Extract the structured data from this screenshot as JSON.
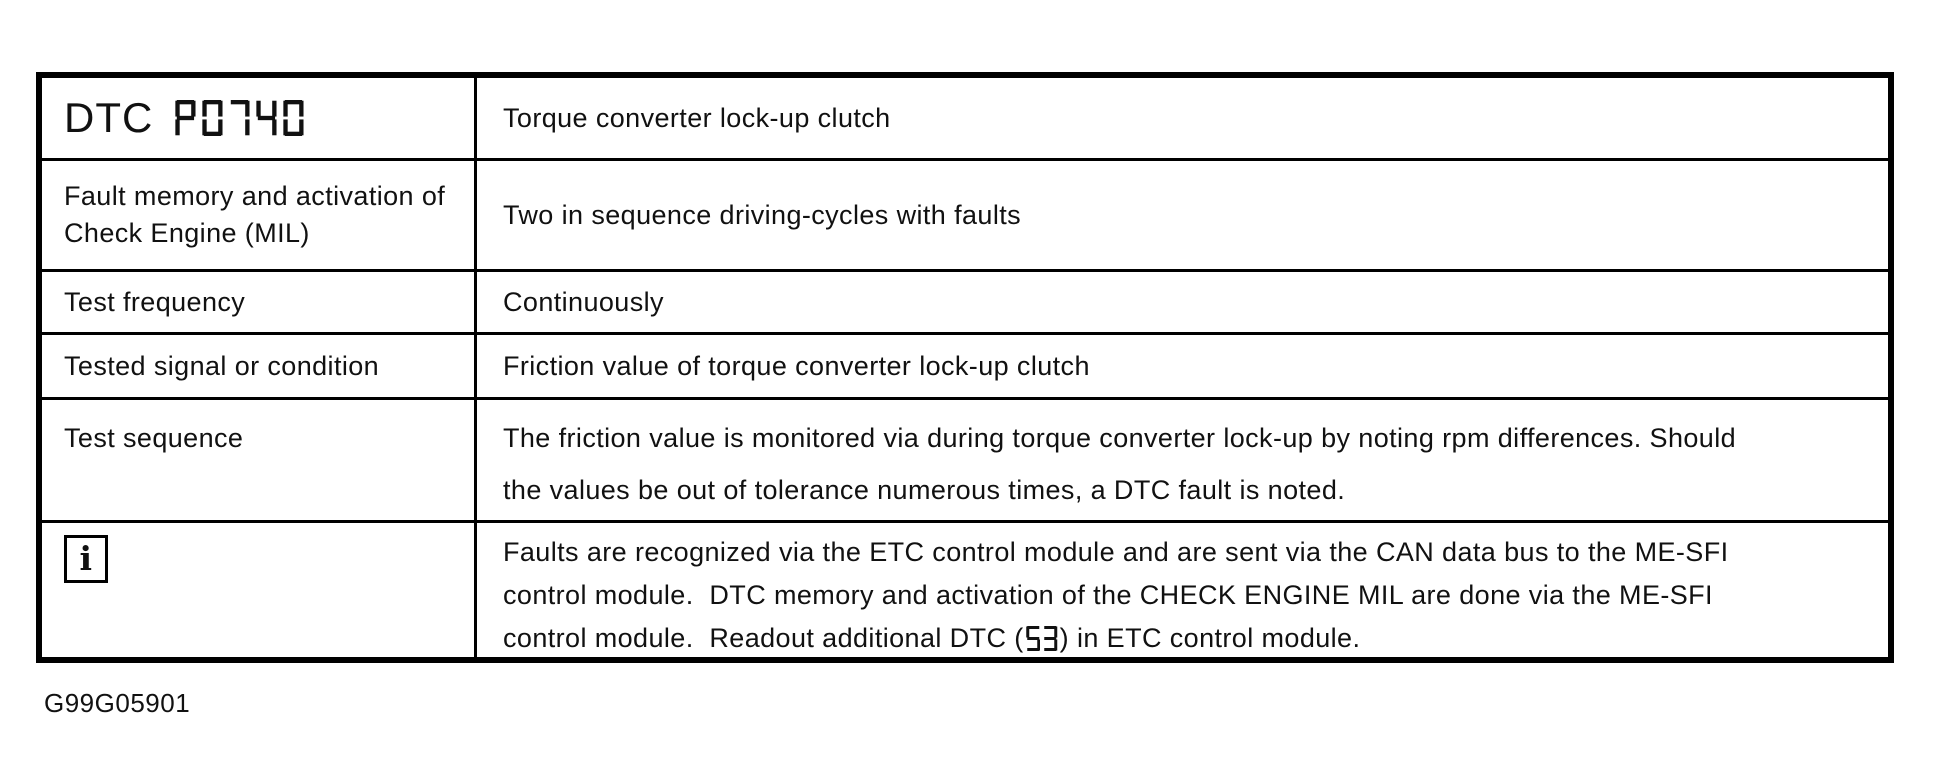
{
  "colors": {
    "ink": "#111111",
    "paper": "#ffffff",
    "border": "#000000"
  },
  "dtc_row": {
    "label": "DTC",
    "code": "P0740",
    "description": "Torque converter lock-up clutch"
  },
  "fault_memory_row": {
    "label": "Fault memory and activation of Check Engine (MIL)",
    "value": "Two in sequence driving-cycles with faults"
  },
  "test_frequency_row": {
    "label": "Test frequency",
    "value": "Continuously"
  },
  "tested_signal_row": {
    "label": "Tested signal or condition",
    "value": "Friction value of torque converter lock-up clutch"
  },
  "test_sequence_row": {
    "label": "Test sequence",
    "line1": "The friction value is monitored via during torque converter lock-up by noting rpm differences. Should",
    "line2": "the values be out of tolerance numerous times, a DTC fault is noted."
  },
  "info_row": {
    "icon_glyph": "i",
    "line1": "Faults are recognized via the ETC control module and are sent via the CAN data bus to the ME-SFI",
    "line2": "control module.  DTC memory and activation of the CHECK ENGINE MIL are done via the ME-SFI",
    "line3_before": "control module.  Readout additional DTC (",
    "line3_code": "53",
    "line3_after": ") in ETC control module."
  },
  "caption": "G99G05901"
}
